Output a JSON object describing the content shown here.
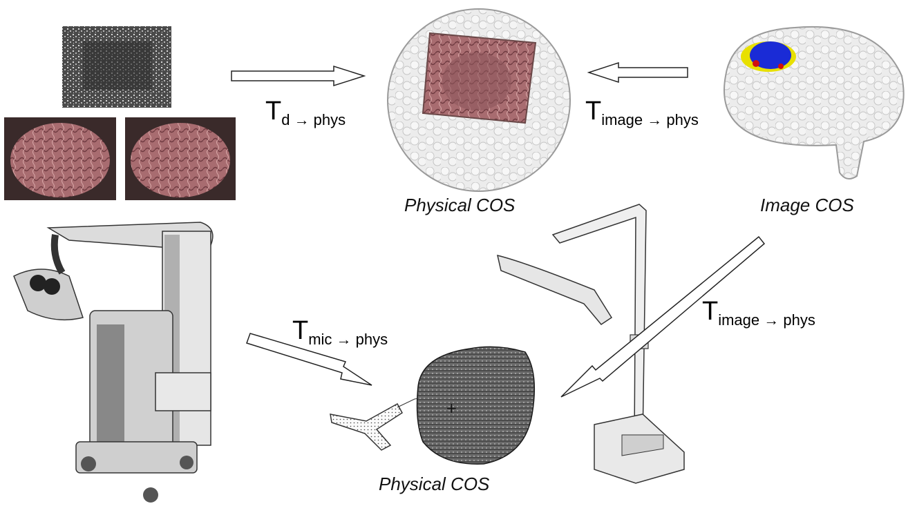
{
  "captions": {
    "physical_top": "Physical COS",
    "image": "Image COS",
    "physical_bottom": "Physical COS"
  },
  "transforms": {
    "d_phys": {
      "symbol": "T",
      "subscript": "d → phys"
    },
    "image_phys_top": {
      "symbol": "T",
      "subscript": "image → phys"
    },
    "mic_phys": {
      "symbol": "T",
      "subscript": "mic → phys"
    },
    "image_phys_diag": {
      "symbol": "T",
      "subscript": "image → phys"
    }
  },
  "colors": {
    "brain_surface": "#e6e6e6",
    "tumor_blue": "#1a2bd6",
    "highlight_yellow": "#e8e000",
    "highlight_red": "#d01010",
    "tissue_pink": "#b87878"
  }
}
